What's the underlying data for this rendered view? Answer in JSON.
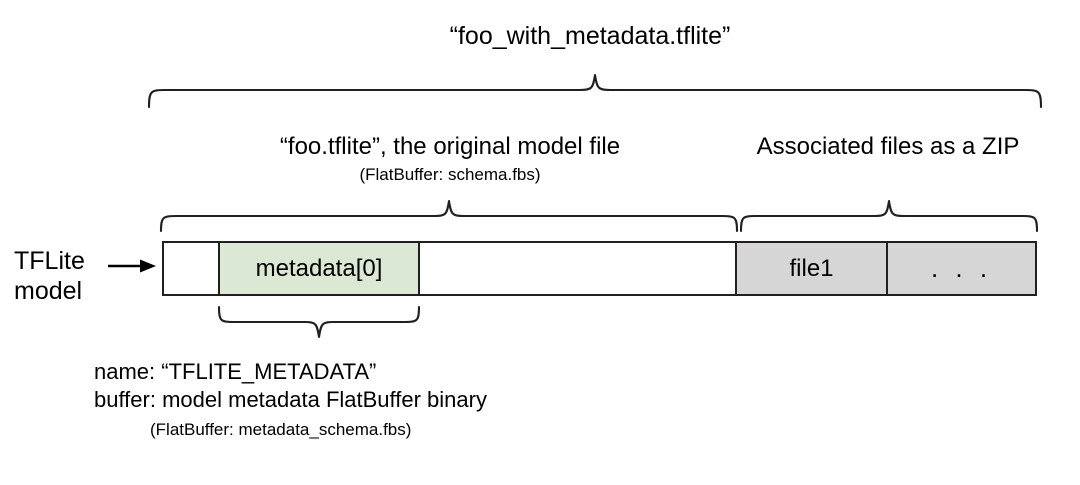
{
  "diagram": {
    "type": "block-structure",
    "title": "“foo_with_metadata.tflite”",
    "side_label_line1": "TFLite",
    "side_label_line2": "model",
    "arrow_icon": "right-arrow-icon",
    "sections": [
      {
        "id": "original-model",
        "label": "“foo.tflite”, the original model file",
        "sublabel": "(FlatBuffer: schema.fbs)"
      },
      {
        "id": "associated-files",
        "label": "Associated files as a ZIP",
        "sublabel": ""
      }
    ],
    "cells": [
      {
        "id": "model-head",
        "label": "",
        "fill": "#ffffff"
      },
      {
        "id": "metadata-0",
        "label": "metadata[0]",
        "fill": "#dbe8d4"
      },
      {
        "id": "model-tail",
        "label": "",
        "fill": "#ffffff"
      },
      {
        "id": "zip-file1",
        "label": "file1",
        "fill": "#d6d6d6"
      },
      {
        "id": "zip-more",
        "label": ". . .",
        "fill": "#d6d6d6"
      }
    ],
    "annotation": {
      "line1": "name: “TFLITE_METADATA”",
      "line2": "buffer: model metadata FlatBuffer binary",
      "line3": "(FlatBuffer: metadata_schema.fbs)"
    },
    "colors": {
      "stroke": "#231f20",
      "metadata_fill": "#dbe8d4",
      "zip_fill": "#d6d6d6",
      "background": "#ffffff",
      "text": "#000000"
    }
  }
}
